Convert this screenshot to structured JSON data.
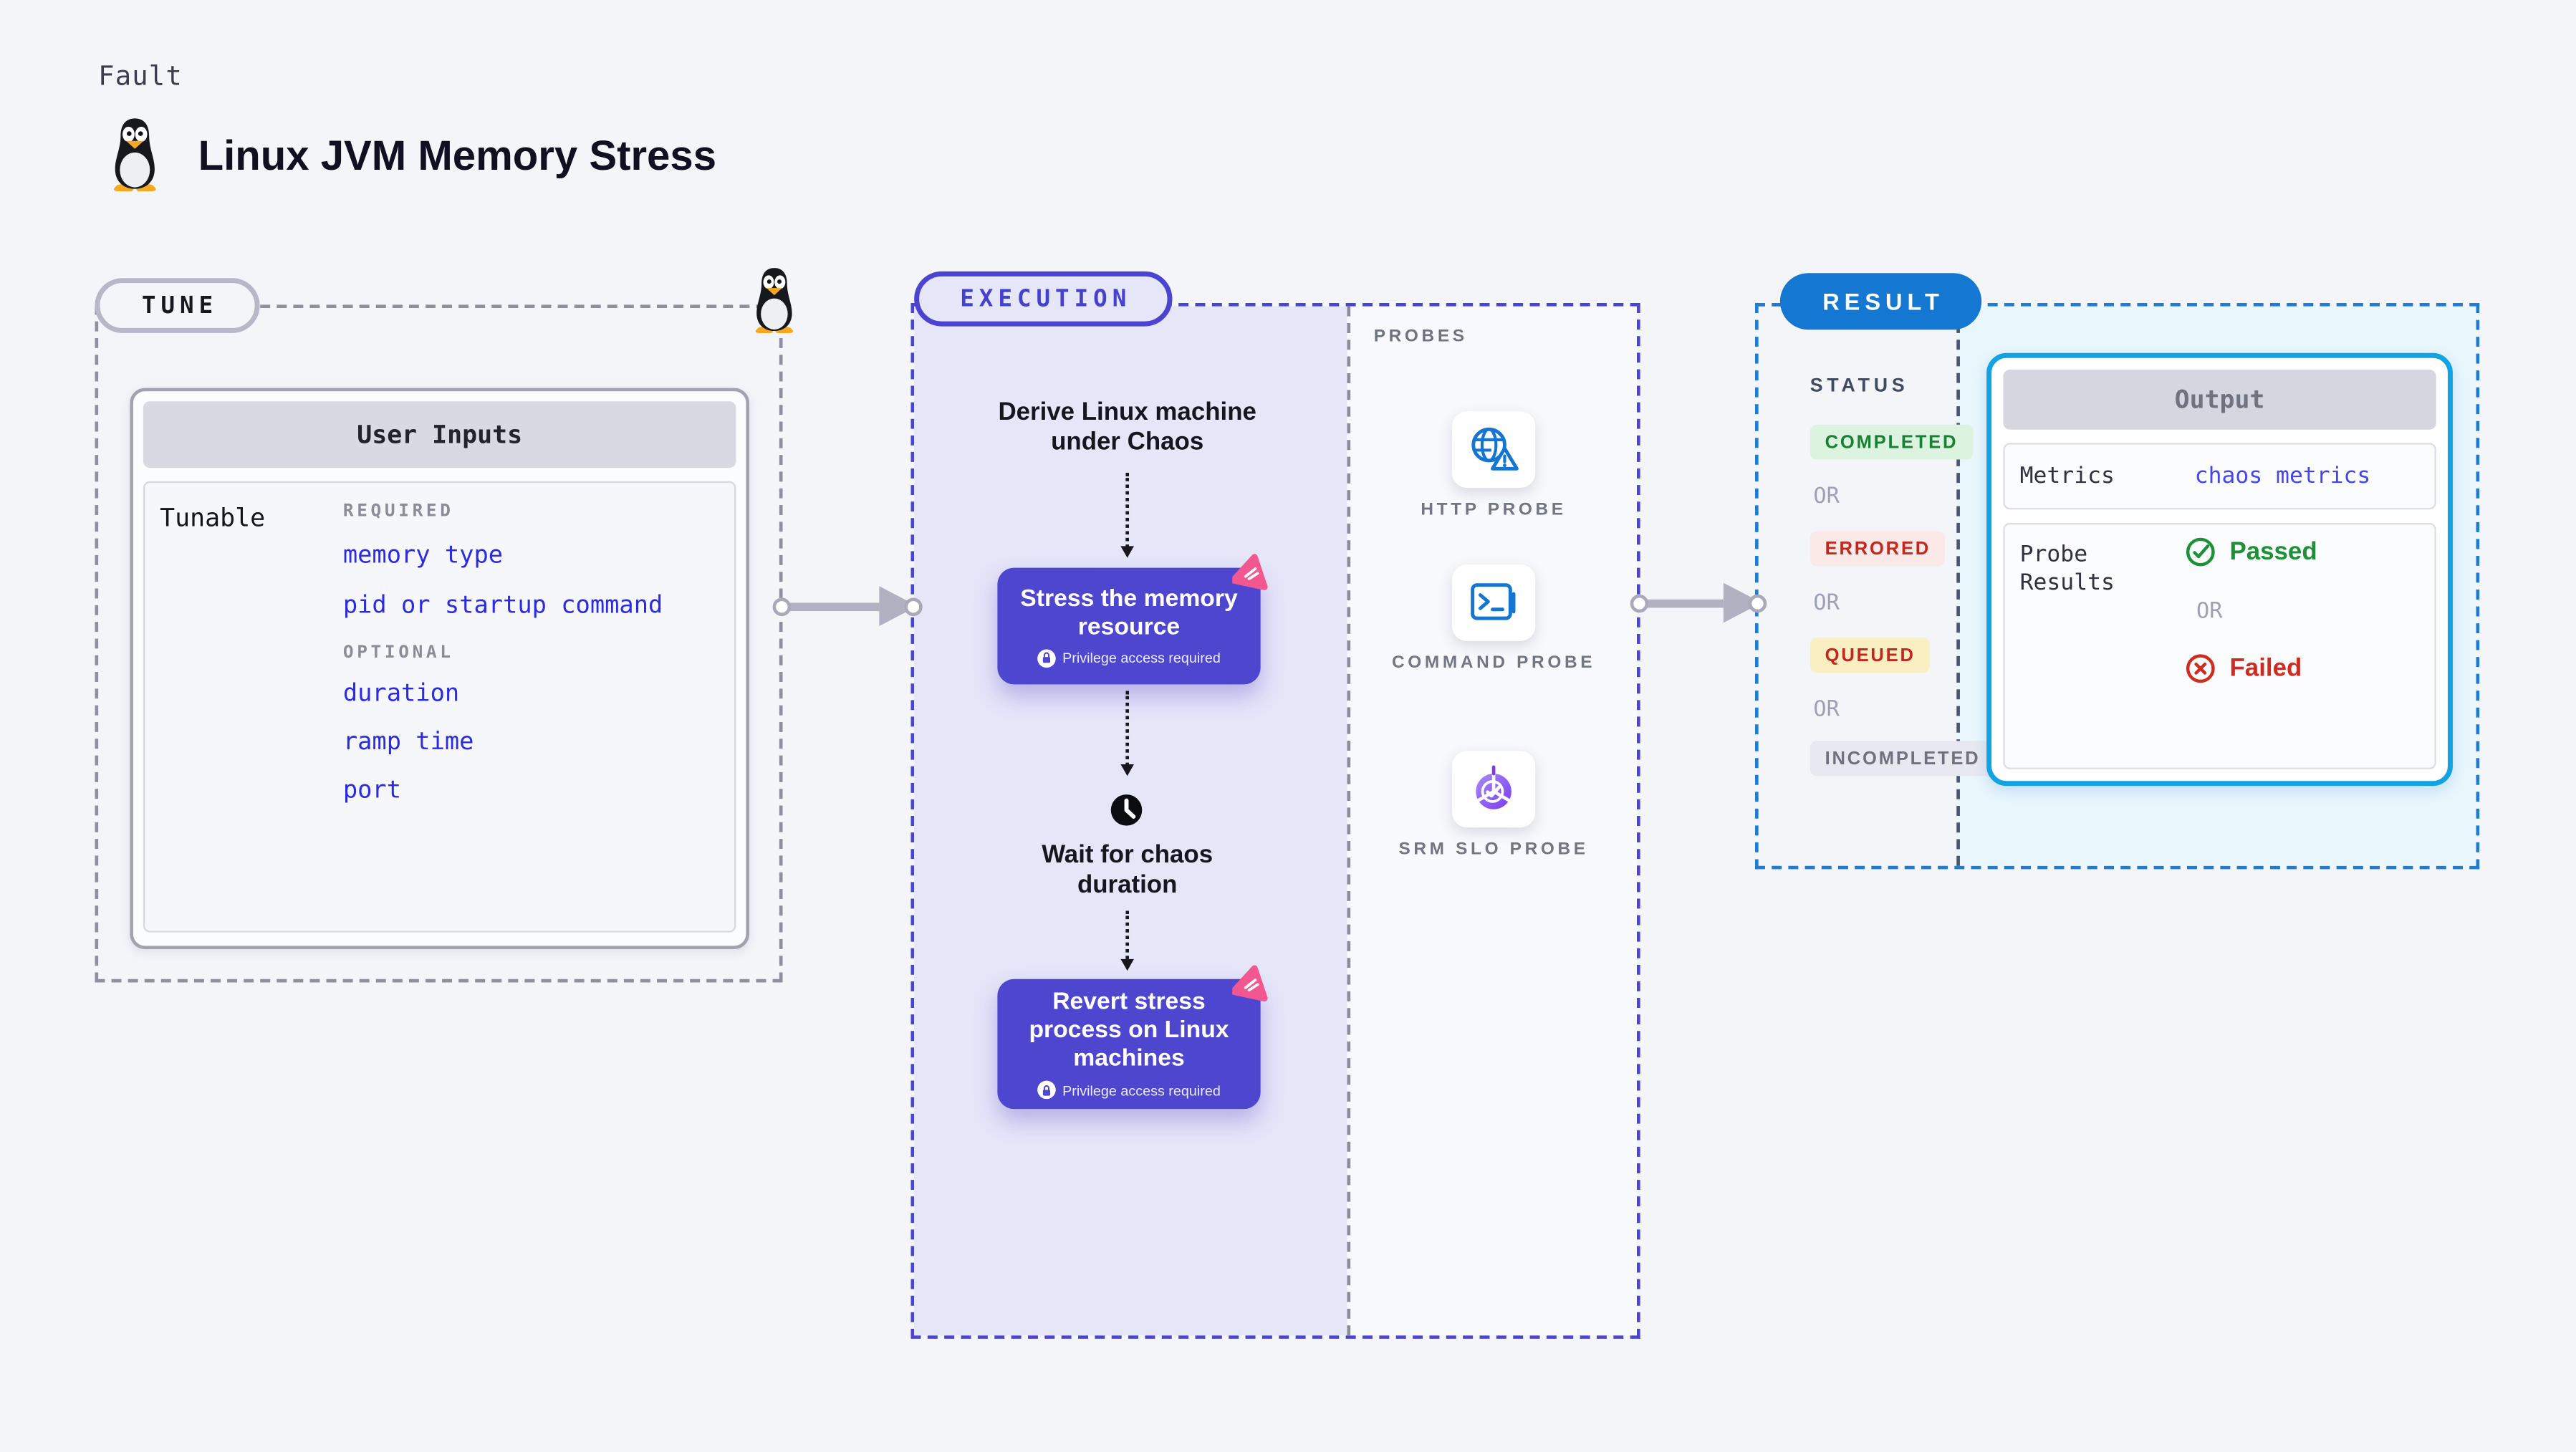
{
  "header": {
    "kind_label": "Fault",
    "title": "Linux JVM Memory Stress"
  },
  "tune": {
    "pill_label": "TUNE",
    "card_title": "User Inputs",
    "row_label": "Tunable",
    "required_heading": "REQUIRED",
    "required_items": [
      "memory type",
      "pid or startup command"
    ],
    "optional_heading": "OPTIONAL",
    "optional_items": [
      "duration",
      "ramp time",
      "port"
    ]
  },
  "execution": {
    "pill_label": "EXECUTION",
    "derive_step": "Derive Linux machine under Chaos",
    "stress_step": {
      "label": "Stress the memory resource",
      "note": "Privilege access required"
    },
    "wait_step": "Wait for chaos duration",
    "revert_step": {
      "label": "Revert stress process on Linux machines",
      "note": "Privilege access required"
    }
  },
  "probes": {
    "heading": "PROBES",
    "items": [
      {
        "label": "HTTP PROBE",
        "icon": "globe-alert-icon"
      },
      {
        "label": "COMMAND PROBE",
        "icon": "terminal-icon"
      },
      {
        "label": "SRM SLO PROBE",
        "icon": "slo-gauge-icon"
      }
    ]
  },
  "result": {
    "pill_label": "RESULT",
    "status_heading": "STATUS",
    "or_label": "OR",
    "statuses": [
      {
        "label": "COMPLETED",
        "kind": "success"
      },
      {
        "label": "ERRORED",
        "kind": "error"
      },
      {
        "label": "QUEUED",
        "kind": "warning"
      },
      {
        "label": "INCOMPLETED",
        "kind": "neutral"
      }
    ],
    "output": {
      "title": "Output",
      "metrics_label": "Metrics",
      "metrics_value": "chaos metrics",
      "probe_results_label": "Probe Results",
      "passed_label": "Passed",
      "or_label": "OR",
      "failed_label": "Failed"
    }
  },
  "icons": {
    "header_icon": "tux-penguin-icon",
    "step_badge": "lock-icon",
    "step_corner": "chaos-logo-icon",
    "wait_icon": "clock-icon",
    "passed_icon": "check-circle-icon",
    "failed_icon": "x-circle-icon"
  },
  "colors": {
    "page_bg": "#F4F5F9",
    "execution_accent": "#4A44D0",
    "execution_fill": "#E6E6F9",
    "step_box": "#4F46D0",
    "chaos_logo_pink": "#F2578F",
    "result_accent": "#1478D2",
    "result_fill": "#E9F6FC",
    "output_border": "#14A3E2",
    "link_blue": "#2B2BE2",
    "probe_icon_blue": "#1576D2",
    "success_green": "#178233",
    "error_red": "#C3271E",
    "neutral_gray": "#6E7280"
  }
}
